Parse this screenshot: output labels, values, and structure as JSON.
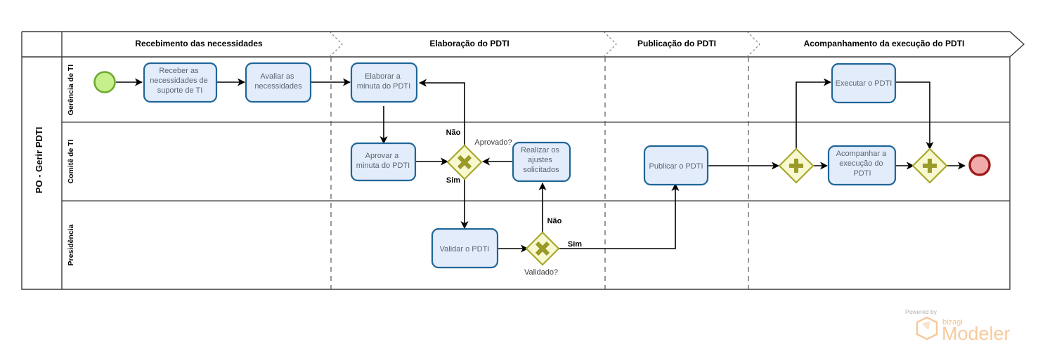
{
  "pool": {
    "label": "PO - Gerir PDTI"
  },
  "lanes": [
    {
      "label": "Gerência de TI"
    },
    {
      "label": "Comitê de TI"
    },
    {
      "label": "Presidência"
    }
  ],
  "phases": [
    {
      "label": "Recebimento das necessidades"
    },
    {
      "label": "Elaboração do PDTI"
    },
    {
      "label": "Publicação do PDTI"
    },
    {
      "label": "Acompanhamento da execução do PDTI"
    }
  ],
  "tasks": [
    {
      "id": "receber",
      "label": "Receber as necessidades de suporte de TI"
    },
    {
      "id": "avaliar",
      "label": "Avaliar as necessidades"
    },
    {
      "id": "elaborar",
      "label": "Elaborar a minuta do PDTI"
    },
    {
      "id": "aprovar",
      "label": "Aprovar a minuta do PDTI"
    },
    {
      "id": "realizar",
      "label": "Realizar os ajustes solicitados"
    },
    {
      "id": "validar",
      "label": "Validar o PDTI"
    },
    {
      "id": "publicar",
      "label": "Publicar o PDTI"
    },
    {
      "id": "executar",
      "label": "Executar o PDTI"
    },
    {
      "id": "acompanhar",
      "label": "Acompanhar a execução do PDTI"
    }
  ],
  "gateways": [
    {
      "id": "aprovado",
      "type": "exclusive",
      "label": "Aprovado?"
    },
    {
      "id": "validado",
      "type": "exclusive",
      "label": "Validado?"
    },
    {
      "id": "fork",
      "type": "parallel",
      "label": ""
    },
    {
      "id": "join",
      "type": "parallel",
      "label": ""
    }
  ],
  "events": [
    {
      "id": "start",
      "type": "start",
      "label": ""
    },
    {
      "id": "end",
      "type": "end",
      "label": ""
    }
  ],
  "flow_labels": {
    "aprovado_nao": "Não",
    "aprovado_sim": "Sim",
    "validado_nao": "Não",
    "validado_sim": "Sim"
  },
  "branding": {
    "powered": "Powered by",
    "bizagi": "bizagi",
    "modeler": "Modeler"
  },
  "colors": {
    "task_fill": "#e3ecfb",
    "task_stroke": "#1f6698",
    "gateway_fill": "#f7f7d0",
    "gateway_stroke": "#a8a82e",
    "start_fill": "#c5f08c",
    "start_stroke": "#6fa82e",
    "end_fill": "#f0aaaa",
    "end_stroke": "#9e1b1b",
    "brand": "#f7cb9e"
  }
}
